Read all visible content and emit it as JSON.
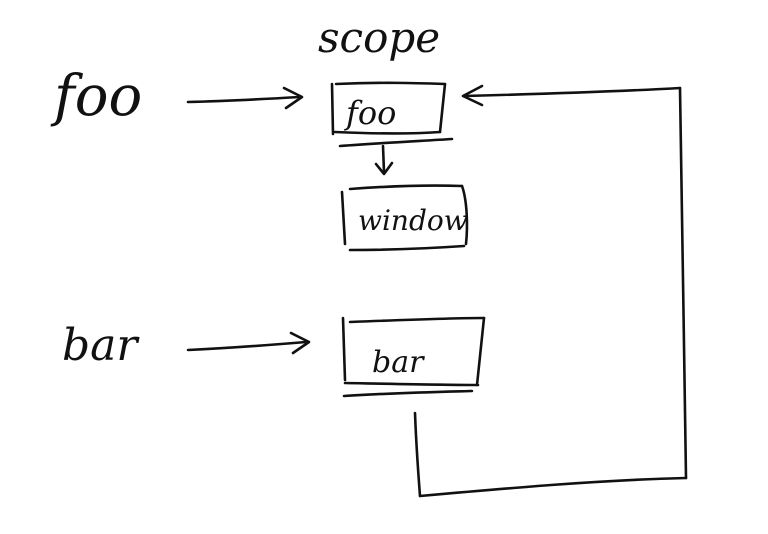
{
  "diagram": {
    "heading": "scope",
    "left_labels": {
      "foo": "foo",
      "bar": "bar"
    },
    "scope_boxes": {
      "foo": "foo",
      "window": "window",
      "bar": "bar"
    },
    "colors": {
      "ink": "#111111",
      "background": "#ffffff"
    }
  }
}
